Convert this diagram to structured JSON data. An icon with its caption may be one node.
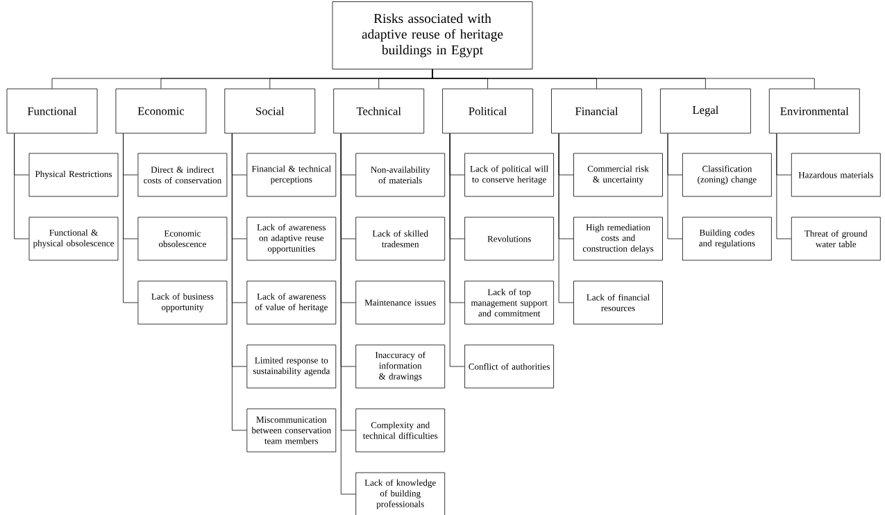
{
  "diagram": {
    "nodes": [
      {
        "text": [
          "Risks associated with adaptive reuse of heritage buildings in Egypt"
        ]
      },
      {
        "text": [
          "Functional"
        ]
      },
      {
        "text": [
          "Physical Restrictions"
        ]
      },
      {
        "text": [
          "Functional & physical obsolescence"
        ]
      },
      {
        "text": [
          "Economic"
        ]
      },
      {
        "text": [
          "Direct & indirect costs of conservation"
        ]
      },
      {
        "text": [
          "Economic obsolescence"
        ]
      },
      {
        "text": [
          "Lack of business opportunity"
        ]
      },
      {
        "text": [
          "Social"
        ]
      },
      {
        "text": [
          "Financial & technical perceptions"
        ]
      },
      {
        "text": [
          "Lack of awareness on adaptive reuse opportunities"
        ]
      },
      {
        "text": [
          "Lack of awareness of value of heritage"
        ]
      },
      {
        "text": [
          "Limited response to sustainability agenda"
        ]
      },
      {
        "text": [
          "Miscommunication between conservation team members"
        ]
      },
      {
        "text": [
          "Technical"
        ]
      },
      {
        "text": [
          "Non-availability of materials"
        ]
      },
      {
        "text": [
          "Lack of skilled tradesmen"
        ]
      },
      {
        "text": [
          "Maintenance issues"
        ]
      },
      {
        "text": [
          "Inaccuracy of information & drawings"
        ]
      },
      {
        "text": [
          "Complexity and technical difficulties"
        ]
      },
      {
        "text": [
          "Lack of knowledge of building professionals"
        ]
      },
      {
        "text": [
          "Political"
        ]
      },
      {
        "text": [
          "Lack of political will to conserve heritage"
        ]
      },
      {
        "text": [
          "Revolutions"
        ]
      },
      {
        "text": [
          "Lack of top management support and commitment"
        ]
      },
      {
        "text": [
          "Conflict of authorities"
        ]
      },
      {
        "text": [
          "Financial"
        ]
      },
      {
        "text": [
          "Commercial risk & uncertainty"
        ]
      },
      {
        "text": [
          "High remediation costs and construction delays"
        ]
      },
      {
        "text": [
          "Lack of financial resources"
        ]
      },
      {
        "text": [
          "Legal"
        ]
      },
      {
        "text": [
          "Classification (zoning) change"
        ]
      },
      {
        "text": [
          "Building codes and regulations"
        ]
      },
      {
        "text": [
          "Environmental"
        ]
      },
      {
        "text": [
          "Hazardous materials"
        ]
      },
      {
        "text": [
          "Threat of ground water table"
        ]
      }
    ],
    "edges": [
      {
        "from": 0,
        "to": 1,
        "arrow": "none"
      },
      {
        "from": 0,
        "to": 4,
        "arrow": "none"
      },
      {
        "from": 0,
        "to": 8,
        "arrow": "none"
      },
      {
        "from": 0,
        "to": 14,
        "arrow": "none"
      },
      {
        "from": 0,
        "to": 21,
        "arrow": "none"
      },
      {
        "from": 0,
        "to": 26,
        "arrow": "none"
      },
      {
        "from": 0,
        "to": 30,
        "arrow": "none"
      },
      {
        "from": 0,
        "to": 33,
        "arrow": "none"
      },
      {
        "from": 1,
        "to": 2,
        "arrow": "none"
      },
      {
        "from": 1,
        "to": 3,
        "arrow": "none"
      },
      {
        "from": 4,
        "to": 5,
        "arrow": "none"
      },
      {
        "from": 4,
        "to": 6,
        "arrow": "none"
      },
      {
        "from": 4,
        "to": 7,
        "arrow": "none"
      },
      {
        "from": 8,
        "to": 9,
        "arrow": "none"
      },
      {
        "from": 8,
        "to": 10,
        "arrow": "none"
      },
      {
        "from": 8,
        "to": 11,
        "arrow": "none"
      },
      {
        "from": 8,
        "to": 12,
        "arrow": "none"
      },
      {
        "from": 8,
        "to": 13,
        "arrow": "none"
      },
      {
        "from": 14,
        "to": 15,
        "arrow": "none"
      },
      {
        "from": 14,
        "to": 16,
        "arrow": "none"
      },
      {
        "from": 14,
        "to": 17,
        "arrow": "none"
      },
      {
        "from": 14,
        "to": 18,
        "arrow": "none"
      },
      {
        "from": 14,
        "to": 19,
        "arrow": "none"
      },
      {
        "from": 14,
        "to": 20,
        "arrow": "none"
      },
      {
        "from": 21,
        "to": 22,
        "arrow": "none"
      },
      {
        "from": 21,
        "to": 23,
        "arrow": "none"
      },
      {
        "from": 21,
        "to": 24,
        "arrow": "none"
      },
      {
        "from": 21,
        "to": 25,
        "arrow": "none"
      },
      {
        "from": 26,
        "to": 27,
        "arrow": "none"
      },
      {
        "from": 26,
        "to": 28,
        "arrow": "none"
      },
      {
        "from": 26,
        "to": 29,
        "arrow": "none"
      },
      {
        "from": 30,
        "to": 31,
        "arrow": "none"
      },
      {
        "from": 30,
        "to": 32,
        "arrow": "none"
      },
      {
        "from": 33,
        "to": 34,
        "arrow": "none"
      },
      {
        "from": 33,
        "to": 35,
        "arrow": "none"
      }
    ]
  }
}
